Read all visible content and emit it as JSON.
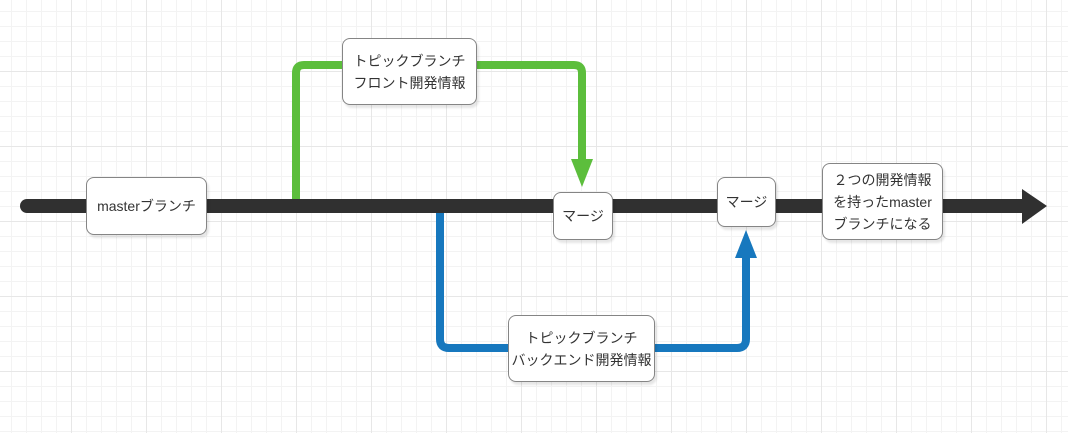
{
  "diagram": {
    "nodes": {
      "master": {
        "label": "masterブランチ"
      },
      "topic_front": {
        "label": "トピックブランチ\nフロント開発情報"
      },
      "merge_front": {
        "label": "マージ"
      },
      "merge_back": {
        "label": "マージ"
      },
      "topic_back": {
        "label": "トピックブランチ\nバックエンド開発情報"
      },
      "result": {
        "label": "２つの開発情報\nを持ったmaster\nブランチになる"
      }
    },
    "colors": {
      "master-line": "#303030",
      "front-branch": "#5CBE3C",
      "back-branch": "#1778BE",
      "node-border": "#858585",
      "node-text": "#333333",
      "grid-minor": "#f3f3f3",
      "grid-major": "#e7e7e7",
      "canvas-bg": "#ffffff"
    }
  }
}
